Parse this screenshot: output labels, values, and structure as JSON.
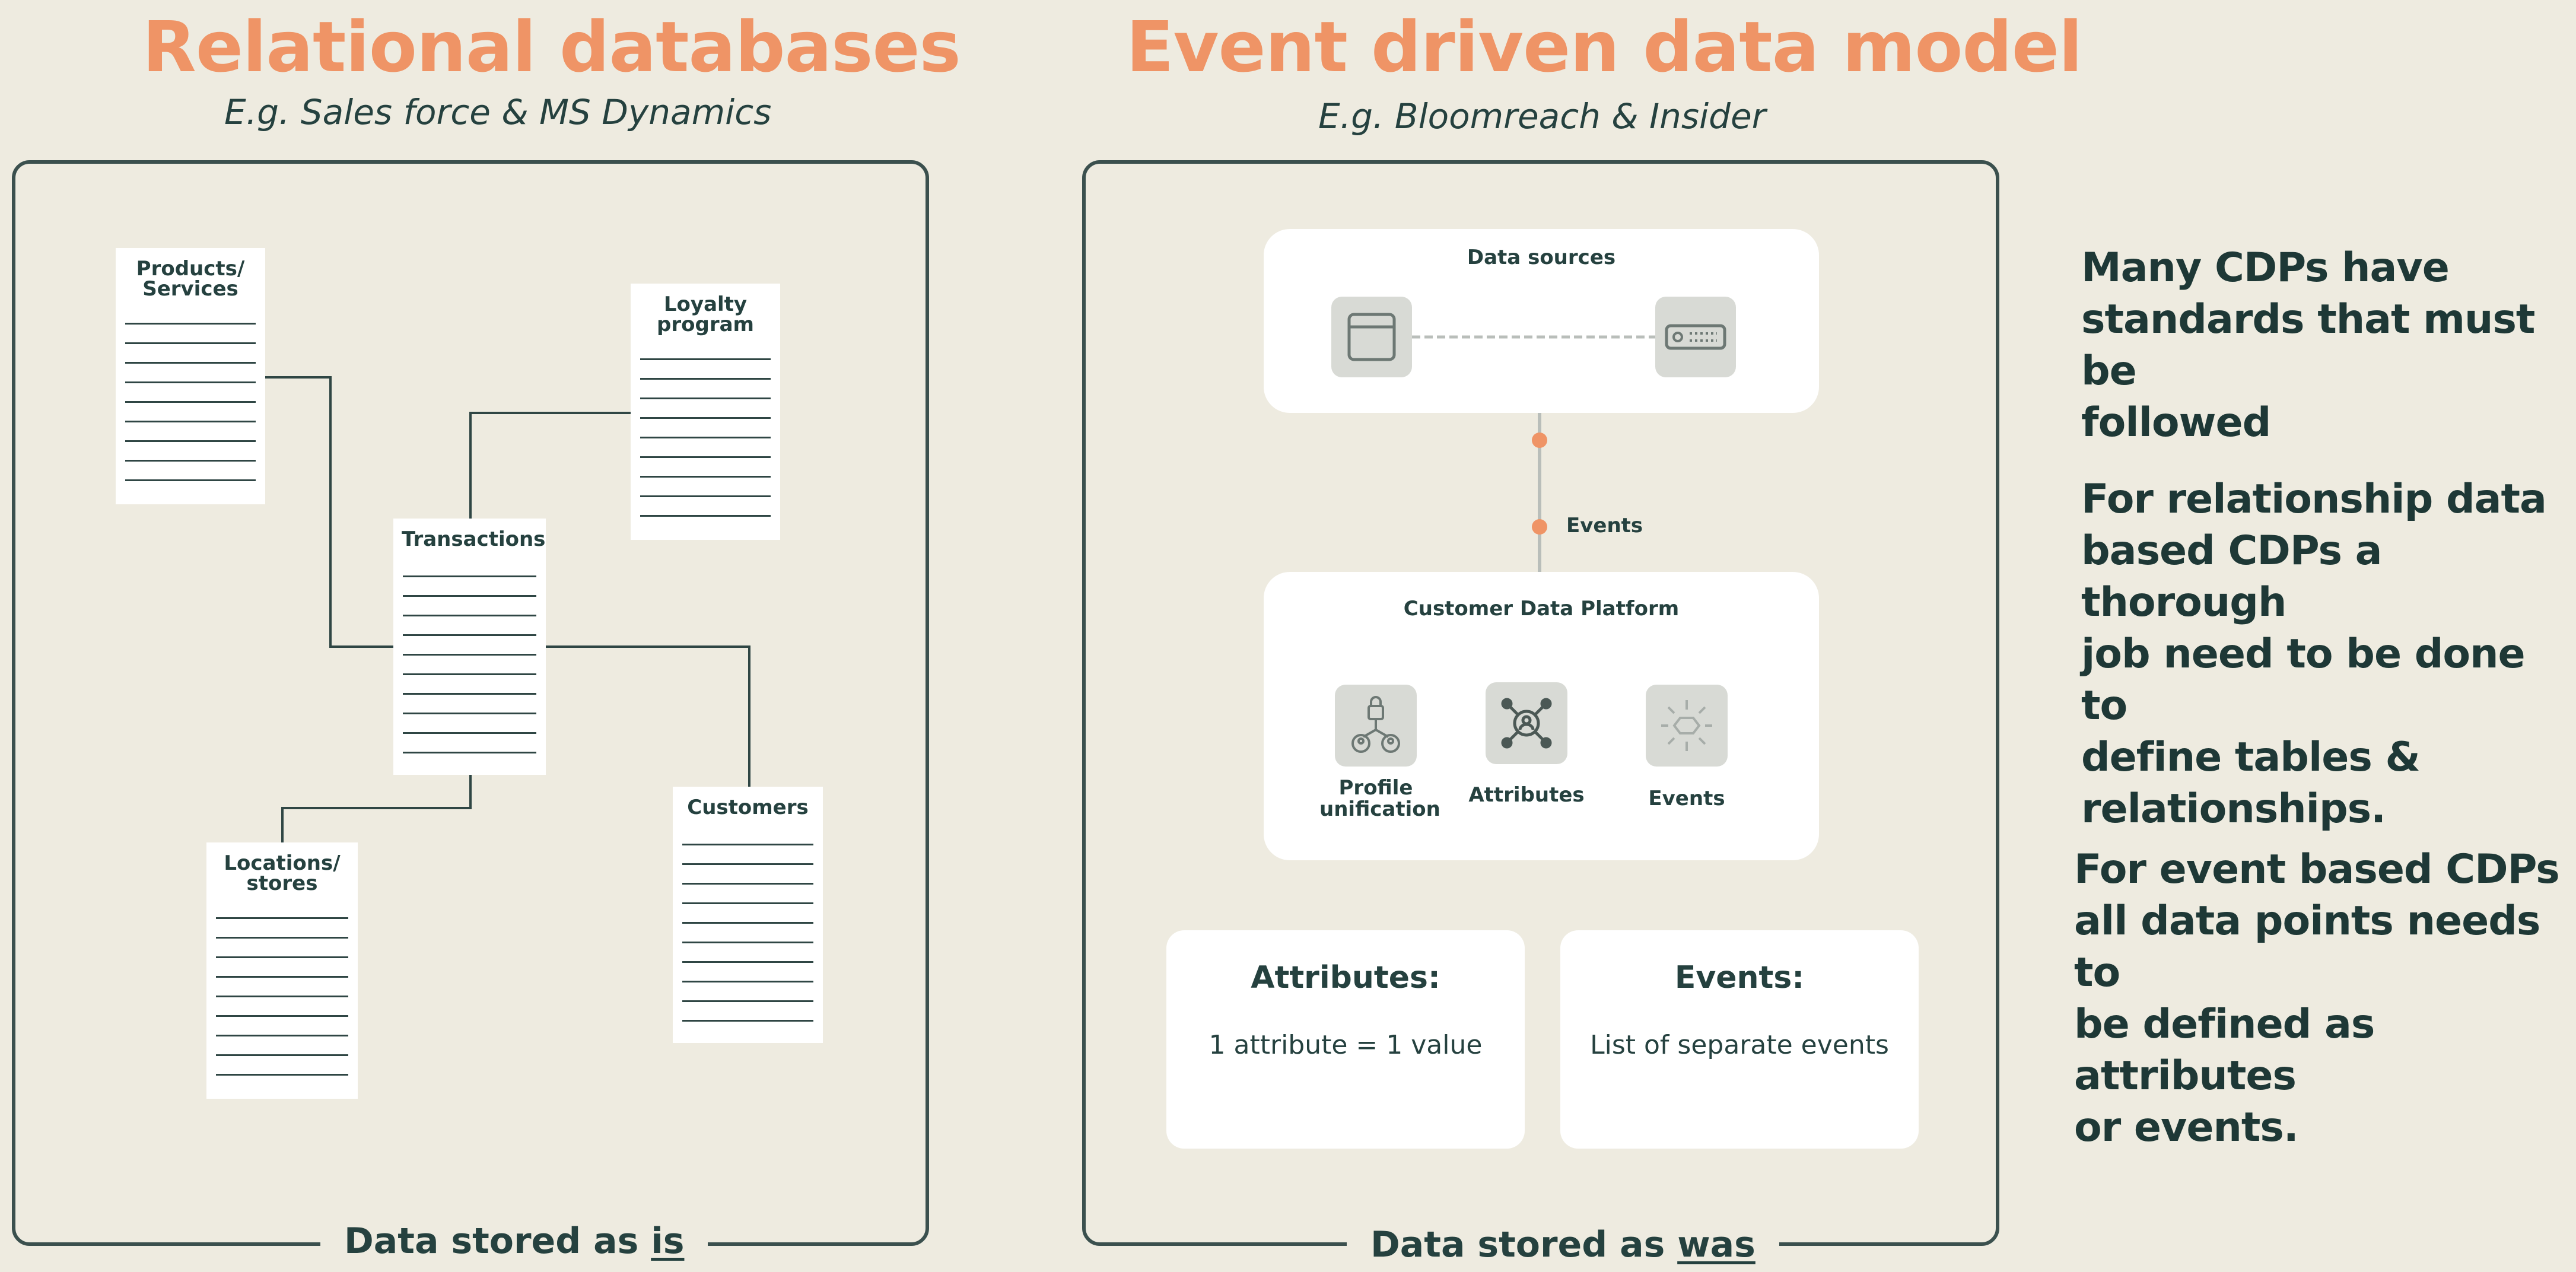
{
  "left_panel": {
    "title": "Relational databases",
    "subtitle": "E.g. Sales force & MS Dynamics",
    "tables": {
      "products": "Products/\nServices",
      "loyalty": "Loyalty\nprogram",
      "transactions": "Transactions",
      "locations": "Locations/\nstores",
      "customers": "Customers"
    },
    "footer_prefix": "Data stored as ",
    "footer_emphasis": "is"
  },
  "middle_panel": {
    "title": "Event driven data model",
    "subtitle": "E.g. Bloomreach & Insider",
    "data_sources_title": "Data sources",
    "events_connector_label": "Events",
    "cdp_title": "Customer Data Platform",
    "cdp_items": [
      "Profile\nunification",
      "Attributes",
      "Events"
    ],
    "attributes_card": {
      "title": "Attributes:",
      "body": "1 attribute = 1 value"
    },
    "events_card": {
      "title": "Events:",
      "body": "List of separate events"
    },
    "footer_prefix": "Data stored as ",
    "footer_emphasis": "was"
  },
  "notes": [
    "Many CDPs have\nstandards that must be\nfollowed",
    "For relationship data\nbased CDPs a thorough\njob need to be done to\ndefine tables &\nrelationships.",
    "For event based CDPs\nall data points needs to\nbe defined as attributes\nor events."
  ],
  "colors": {
    "background": "#eeebe0",
    "accent": "#ef9466",
    "text": "#25413f",
    "icon_tile": "#d8dad5"
  }
}
